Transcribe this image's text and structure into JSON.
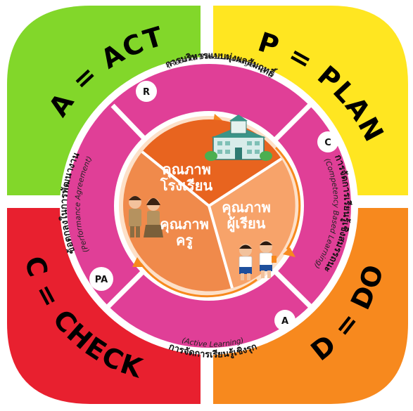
{
  "colors": {
    "act": "#82d72a",
    "plan": "#ffe621",
    "do": "#f7891e",
    "check": "#e8202f",
    "ring": "#e03f97",
    "ring_dark": "#c42a7f",
    "inner_bg": "#fde0c8",
    "school": "#e8641f",
    "student": "#f7a36a",
    "teacher": "#f08a4b"
  },
  "quadrants": {
    "act": "A = ACT",
    "plan": "P = PLAN",
    "do": "D = DO",
    "check": "C = CHECK"
  },
  "ring_items": {
    "results": {
      "badge": "R",
      "title": "การบริหารแบบมุ่งผลสัมฤทธิ์",
      "subtitle": "(Results Based Management)"
    },
    "competency": {
      "badge": "C",
      "title": "การจัดการเรียนรู้เชิงสมรรถนะ",
      "subtitle": "(Competency Based Learning)"
    },
    "active": {
      "badge": "A",
      "title": "การจัดการเรียนรู้เชิงรุก",
      "subtitle": "(Active Learning)"
    },
    "performance": {
      "badge": "PA",
      "title": "ข้อตกลงในการพัฒนางาน",
      "subtitle": "(Performance Agreement)"
    }
  },
  "center": {
    "school": [
      "คุณภาพ",
      "โรงเรียน"
    ],
    "student": [
      "คุณภาพ",
      "ผู้เรียน"
    ],
    "teacher": [
      "คุณภาพ",
      "ครู"
    ]
  }
}
